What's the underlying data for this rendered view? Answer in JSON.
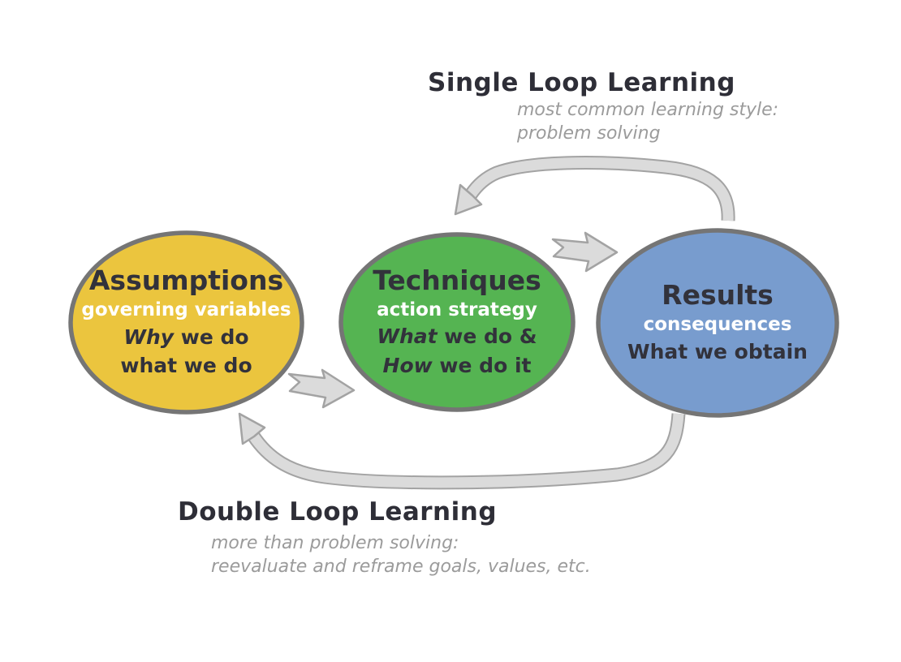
{
  "diagram": {
    "single_loop": {
      "title": "Single Loop Learning",
      "subtitle_line1": "most common learning style:",
      "subtitle_line2": "problem solving"
    },
    "double_loop": {
      "title": "Double Loop Learning",
      "subtitle_line1": "more than problem solving:",
      "subtitle_line2": "reevaluate and reframe goals, values, etc."
    },
    "nodes": {
      "assumptions": {
        "title": "Assumptions",
        "subtitle": "governing variables",
        "line1_italic": "Why",
        "line1_rest": " we do",
        "line2": "what we do",
        "fill": "#EBC53E"
      },
      "techniques": {
        "title": "Techniques",
        "subtitle": "action strategy",
        "line1_italic": "What",
        "line1_rest": " we do &",
        "line2_italic": "How",
        "line2_rest": " we do it",
        "fill": "#55B452"
      },
      "results": {
        "title": "Results",
        "subtitle": "consequences",
        "line1": "What we obtain",
        "fill": "#789CCE"
      }
    },
    "colors": {
      "background": "#FFFFFF",
      "node_border": "#757575",
      "heading_text": "#2E2E37",
      "node_dark_text": "#32323B",
      "node_light_text": "#FFFFFF",
      "subtitle_text": "#9B9B9B",
      "arrow_fill": "#DBDBDB",
      "arrow_outline": "#A3A3A3"
    }
  }
}
